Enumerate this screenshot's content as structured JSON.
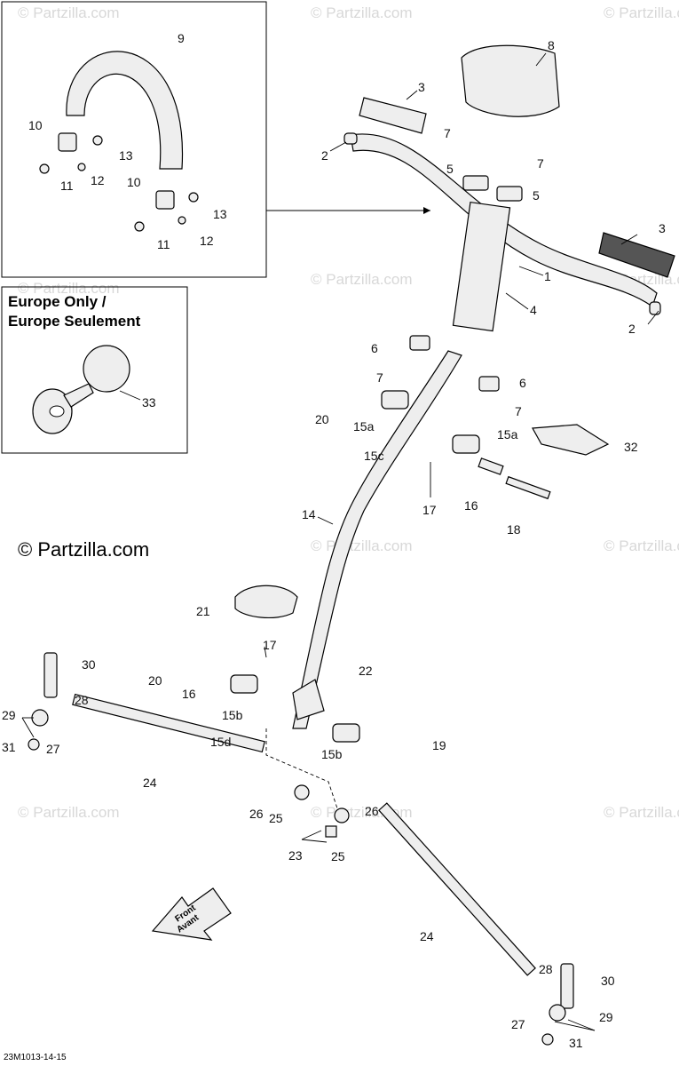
{
  "watermark": "© Partzilla.com",
  "copyright": "© Partzilla.com",
  "diagram_code": "23M1013-14-15",
  "inset_europe": {
    "title_line1": "Europe Only /",
    "title_line2": "Europe Seulement"
  },
  "direction_arrow": {
    "line1": "Front",
    "line2": "Avant"
  },
  "callouts": {
    "c1": "1",
    "c2a": "2",
    "c2b": "2",
    "c3a": "3",
    "c3b": "3",
    "c4": "4",
    "c5a": "5",
    "c5b": "5",
    "c6a": "6",
    "c6b": "6",
    "c7a": "7",
    "c7b": "7",
    "c7c": "7",
    "c7d": "7",
    "c8": "8",
    "c9": "9",
    "c10a": "10",
    "c10b": "10",
    "c11a": "11",
    "c11b": "11",
    "c12a": "12",
    "c12b": "12",
    "c13a": "13",
    "c13b": "13",
    "c14": "14",
    "c15a1": "15a",
    "c15a2": "15a",
    "c15b1": "15b",
    "c15b2": "15b",
    "c15c": "15c",
    "c15d": "15d",
    "c16a": "16",
    "c16b": "16",
    "c17a": "17",
    "c17b": "17",
    "c18": "18",
    "c19": "19",
    "c20a": "20",
    "c20b": "20",
    "c21": "21",
    "c22": "22",
    "c23": "23",
    "c24a": "24",
    "c24b": "24",
    "c25a": "25",
    "c25b": "25",
    "c26a": "26",
    "c26b": "26",
    "c27a": "27",
    "c27b": "27",
    "c28a": "28",
    "c28b": "28",
    "c29a": "29",
    "c29b": "29",
    "c30a": "30",
    "c30b": "30",
    "c31a": "31",
    "c31b": "31",
    "c32": "32",
    "c33": "33"
  }
}
